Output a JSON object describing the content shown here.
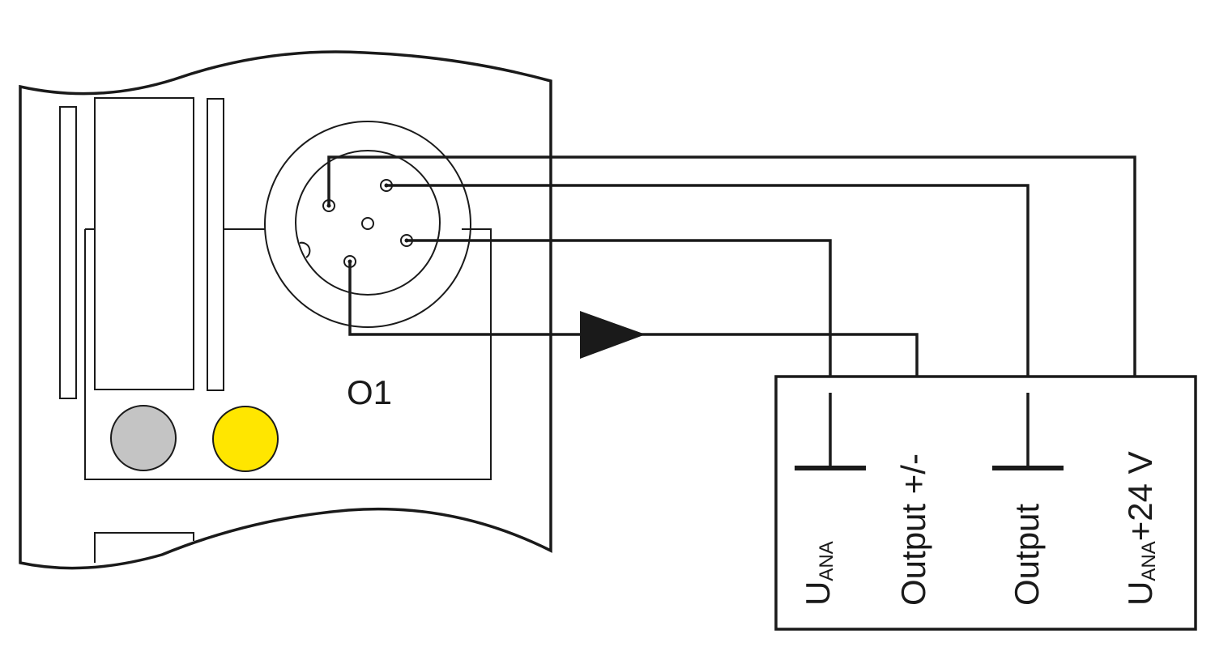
{
  "device": {
    "port_label": "O1",
    "led_colors": {
      "left": "#c4c4c4",
      "right": "#ffe600"
    }
  },
  "terminal_block": {
    "terminals": [
      {
        "main": "U",
        "sub": "ANA",
        "suffix": ""
      },
      {
        "main": "Output +/-",
        "sub": "",
        "suffix": ""
      },
      {
        "main": "Output",
        "sub": "",
        "suffix": ""
      },
      {
        "main": "U",
        "sub": "ANA",
        "suffix": "+24 V"
      }
    ]
  },
  "colors": {
    "line": "#1a1a1a",
    "background": "#ffffff"
  }
}
